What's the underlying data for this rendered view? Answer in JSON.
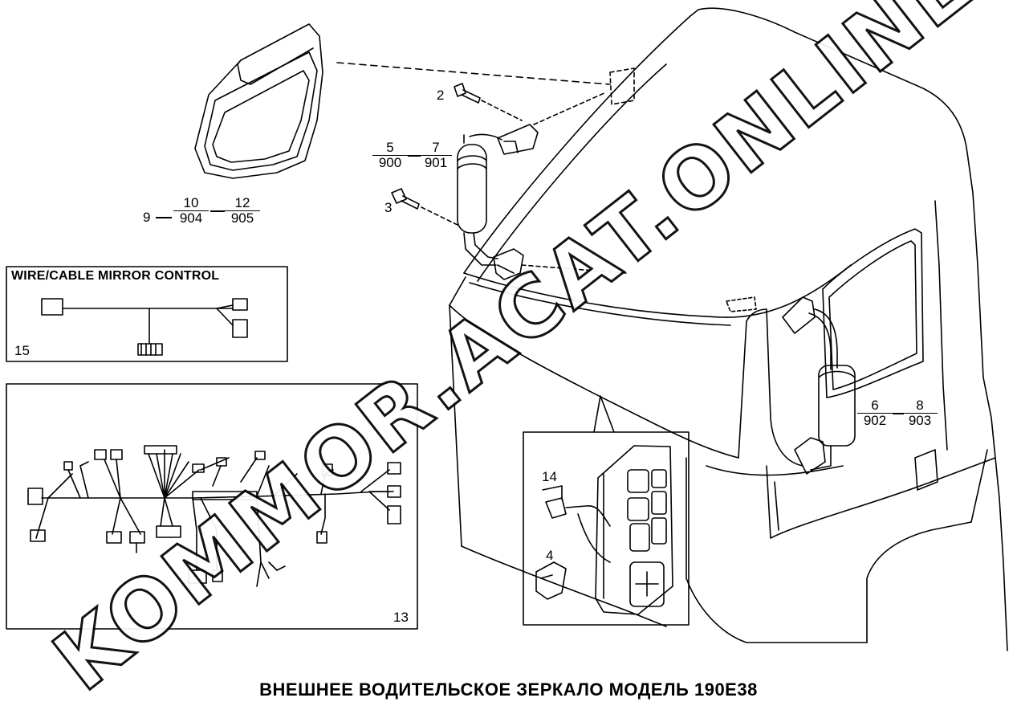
{
  "caption": "ВНЕШНЕЕ ВОДИТЕЛЬСКОЕ ЗЕРКАЛО  МОДЕЛЬ 190E38",
  "watermark": "KOMMOR.ACAT.ONLINE",
  "callouts": {
    "c2": "2",
    "c3": "3",
    "c4": "4",
    "c14": "14",
    "c9": "9",
    "f10": {
      "num": "10",
      "den": "904"
    },
    "f12": {
      "num": "12",
      "den": "905"
    },
    "f5": {
      "num": "5",
      "den": "900"
    },
    "f7": {
      "num": "7",
      "den": "901"
    },
    "f6": {
      "num": "6",
      "den": "902"
    },
    "f8": {
      "num": "8",
      "den": "903"
    }
  },
  "wire_box": {
    "title": "WIRE/CABLE MIRROR CONTROL",
    "number": "15"
  },
  "harness_box": {
    "number": "13"
  },
  "colors": {
    "line": "#000000",
    "background": "#ffffff"
  }
}
